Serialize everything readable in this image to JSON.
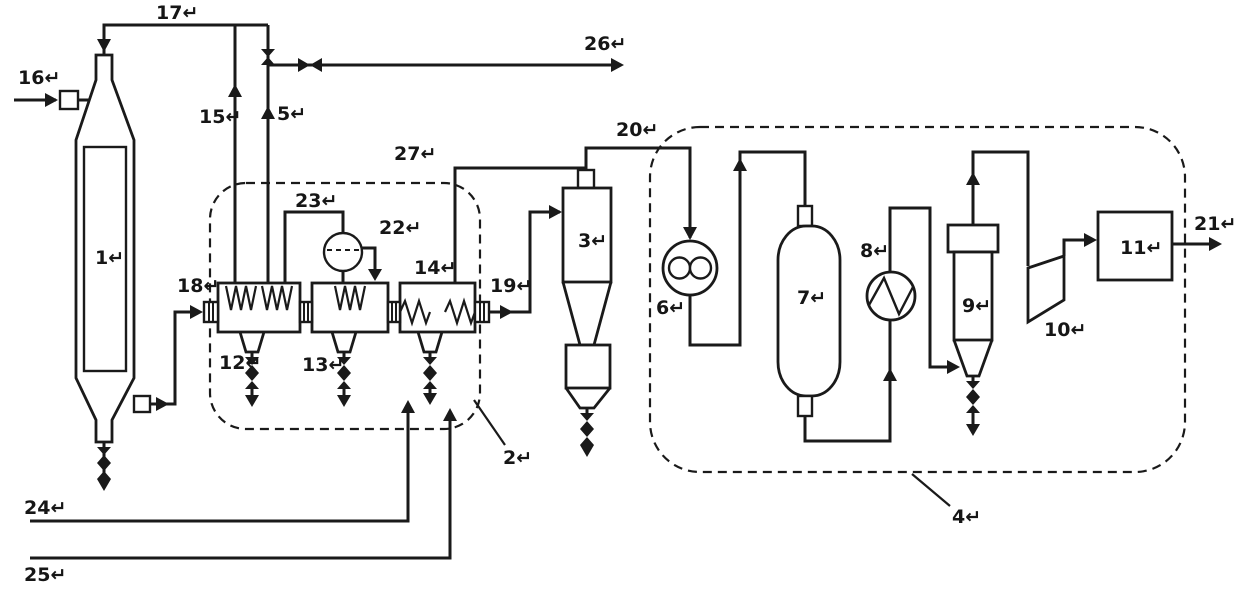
{
  "colors": {
    "ink": "#1a1a1a",
    "background": "#ffffff"
  },
  "labels": {
    "1": "1↵",
    "2": "2↵",
    "3": "3↵",
    "4": "4↵",
    "5": "5↵",
    "6": "6↵",
    "7": "7↵",
    "8": "8↵",
    "9": "9↵",
    "10": "10↵",
    "11": "11↵",
    "12": "12↵",
    "13": "13↵",
    "14": "14↵",
    "15": "15↵",
    "16": "16↵",
    "17": "17↵",
    "18": "18↵",
    "19": "19↵",
    "20": "20↵",
    "21": "21↵",
    "22": "22↵",
    "23": "23↵",
    "24": "24↵",
    "25": "25↵",
    "26": "26↵",
    "27": "27↵"
  }
}
